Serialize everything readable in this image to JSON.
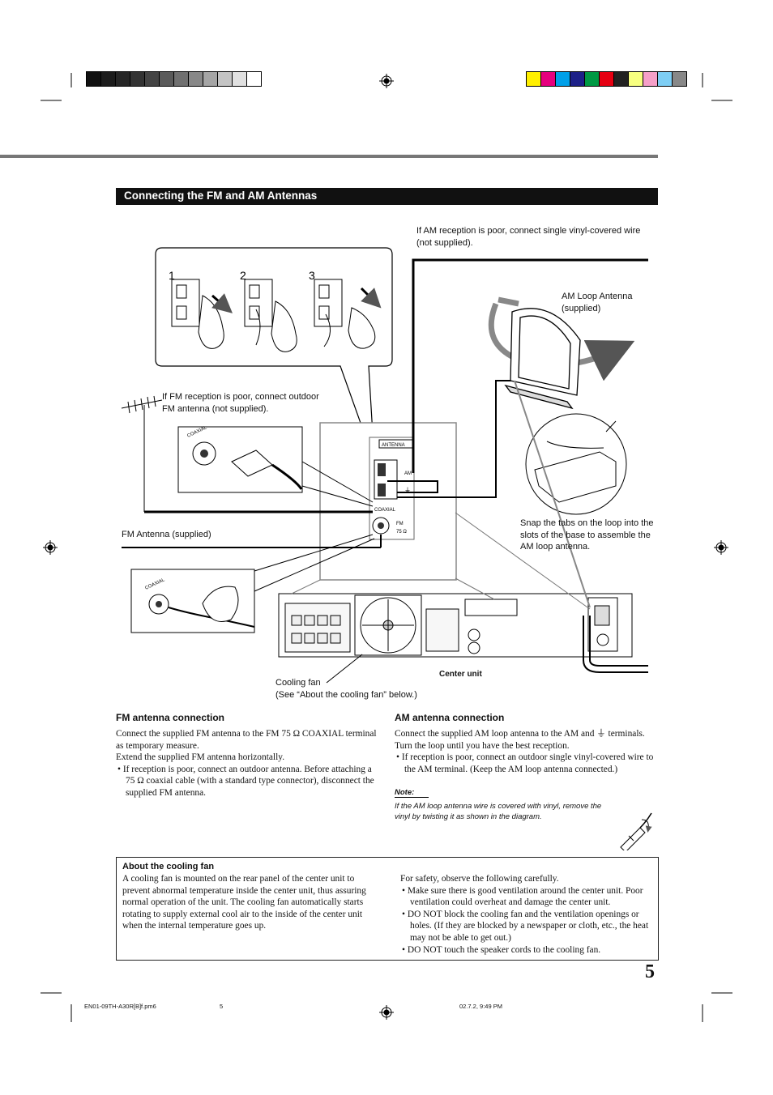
{
  "section": {
    "title": "Connecting the FM and AM Antennas"
  },
  "diagram": {
    "steps": [
      "1",
      "2",
      "3"
    ],
    "am_poor_note": "If AM reception is poor, connect single vinyl-covered wire (not supplied).",
    "am_loop_label": "AM Loop Antenna (supplied)",
    "fm_poor_note": "If FM reception is poor, connect outdoor FM antenna (not supplied).",
    "fm_antenna_label": "FM Antenna (supplied)",
    "snap_note": "Snap the tabs on the loop into the slots of the base to assemble the AM loop antenna.",
    "center_unit_label": "Center unit",
    "cooling_fan_label": "Cooling fan",
    "cooling_fan_ref": "(See “About the cooling fan” below.)",
    "panel_antenna": "ANTENNA",
    "panel_am": "AM",
    "panel_coaxial": "COAXIAL",
    "panel_fm": "FM",
    "panel_ohm": "75 Ω"
  },
  "fm_section": {
    "heading": "FM antenna connection",
    "para1": "Connect the supplied FM antenna to the FM 75 Ω COAXIAL terminal as temporary measure.",
    "para2": "Extend the supplied FM antenna horizontally.",
    "bullet1": "If reception is poor, connect an outdoor antenna. Before attaching a 75 Ω coaxial cable (with a standard type connector), disconnect the supplied FM antenna."
  },
  "am_section": {
    "heading": "AM antenna connection",
    "para1": "Connect the supplied AM loop antenna to the AM and ⏚ terminals.",
    "para2": "Turn the loop until you have the best reception.",
    "bullet1": "If reception is poor, connect an outdoor single vinyl-covered wire to the AM terminal. (Keep the AM loop antenna connected.)",
    "note_label": "Note:",
    "note_text": "If the AM loop antenna wire is covered with vinyl, remove the vinyl by twisting it as shown in the diagram."
  },
  "cooling_box": {
    "title": "About the cooling fan",
    "left_text": "A cooling fan is mounted on the rear panel of the center unit to prevent abnormal temperature inside the center unit, thus assuring normal operation of the unit. The cooling fan automatically starts rotating to supply external cool air to the inside of the center unit when the internal temperature goes up.",
    "right_intro": "For safety, observe the following carefully.",
    "bullets": [
      "Make sure there is good ventilation around the center unit. Poor ventilation could overheat and damage the center unit.",
      "DO NOT block the cooling fan and the ventilation openings or holes. (If they are blocked by a newspaper or cloth, etc., the heat may not be able to get out.)",
      "DO NOT touch the speaker cords to the cooling fan."
    ]
  },
  "page_number": "5",
  "footer": {
    "file": "EN01-09TH-A30R[B]f.pm6",
    "page": "5",
    "date": "02.7.2, 9:49 PM"
  },
  "colors": {
    "grays": [
      "#111111",
      "#1c1c1c",
      "#262626",
      "#333333",
      "#444444",
      "#5a5a5a",
      "#707070",
      "#888888",
      "#a5a5a5",
      "#c4c4c4",
      "#e0e0e0",
      "#ffffff"
    ],
    "process": [
      "#ffef00",
      "#e6007e",
      "#00a0e9",
      "#1d2088",
      "#009944",
      "#e60012",
      "#222222",
      "#f7ff80",
      "#f5a0c8",
      "#7ecef4",
      "#888888"
    ]
  }
}
